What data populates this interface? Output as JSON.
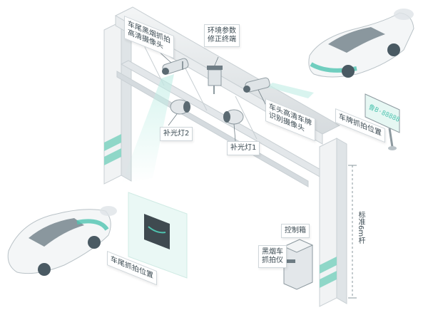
{
  "labels": {
    "rear_camera": [
      "车尾黑烟抓拍",
      "高清摄像头"
    ],
    "env_sensor": [
      "环境参数",
      "修正终端"
    ],
    "front_camera": [
      "车头高清车牌",
      "识别摄像头"
    ],
    "light_2": "补光灯2",
    "light_1": "补光灯1",
    "plate_capture": "车牌抓拍位置",
    "tail_capture": "车尾抓拍位置",
    "control_box": "控制箱",
    "smoke_device": [
      "黑烟车",
      "抓拍仪"
    ],
    "pole": "标准6m杆"
  },
  "display": {
    "plate_text": "鲁B·88888"
  },
  "colors": {
    "accent": "#4fc4b0",
    "structure": "#e6e9eb",
    "line": "#4a5a63"
  }
}
